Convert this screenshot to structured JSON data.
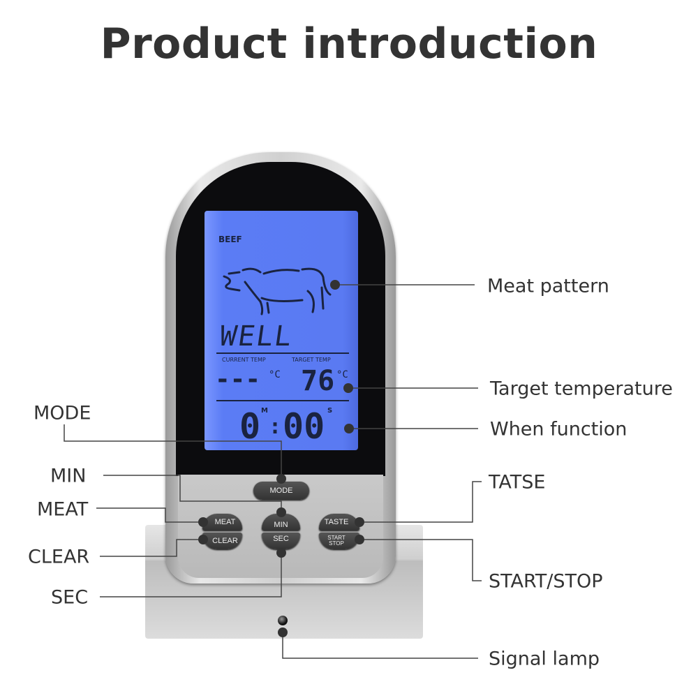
{
  "title": "Product introduction",
  "lcd": {
    "meat": "BEEF",
    "doneness": "WELL",
    "current_temp_label": "CURRENT TEMP",
    "target_temp_label": "TARGET TEMP",
    "current_temp": "---",
    "target_temp": "76",
    "unit": "°C",
    "timer_min": "0",
    "timer_sec": "00",
    "min_mark": "M",
    "sec_mark": "S",
    "backlight_color": "#5b7cf5"
  },
  "buttons": {
    "mode": "MODE",
    "meat": "MEAT",
    "clear": "CLEAR",
    "min": "MIN",
    "sec": "SEC",
    "taste": "TASTE",
    "start": "START",
    "stop": "STOP"
  },
  "callouts": {
    "meat_pattern": "Meat pattern",
    "target_temperature": "Target temperature",
    "when_function": "When function",
    "mode": "MODE",
    "min": "MIN",
    "meat": "MEAT",
    "clear": "CLEAR",
    "sec": "SEC",
    "taste": "TATSE",
    "start_stop": "START/STOP",
    "signal_lamp": "Signal lamp"
  }
}
